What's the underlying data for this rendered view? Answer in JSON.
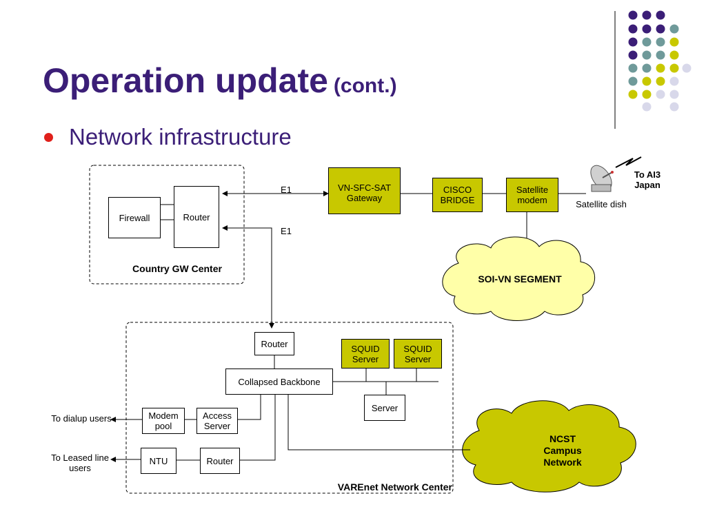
{
  "slide": {
    "title": "Operation update",
    "title_suffix": "(cont.)",
    "bullet": "Network infrastructure"
  },
  "colors": {
    "title": "#3b1e77",
    "bullet": "#e0201b",
    "olive": "#c8c800",
    "cloud_light": "#ffffa8",
    "cloud_dark": "#c8c800",
    "dot_purple": "#3b1e77",
    "dot_teal": "#6f9a9a",
    "dot_yellow": "#c8c800",
    "dot_lavender": "#d8d8ea"
  },
  "diagram": {
    "country_gw": {
      "label": "Country GW Center",
      "firewall": "Firewall",
      "router": "Router"
    },
    "links": {
      "e1_top": "E1",
      "e1_bottom": "E1"
    },
    "gateway": "VN-SFC-SAT Gateway",
    "cisco_bridge": "CISCO BRIDGE",
    "satellite_modem": "Satellite modem",
    "satellite_dish": "Satellite dish",
    "to_ai3": "To AI3 Japan",
    "soi_vn": "SOI-VN SEGMENT",
    "varenet": {
      "label": "VAREnet Network Center",
      "router_top": "Router",
      "backbone": "Collapsed Backbone",
      "squid1": "SQUID Server",
      "squid2": "SQUID Server",
      "server": "Server",
      "modem_pool": "Modem pool",
      "access_server": "Access Server",
      "ntu": "NTU",
      "router_bottom": "Router"
    },
    "to_dialup": "To dialup users",
    "to_leased": "To Leased line users",
    "ncst": "NCST Campus Network"
  }
}
